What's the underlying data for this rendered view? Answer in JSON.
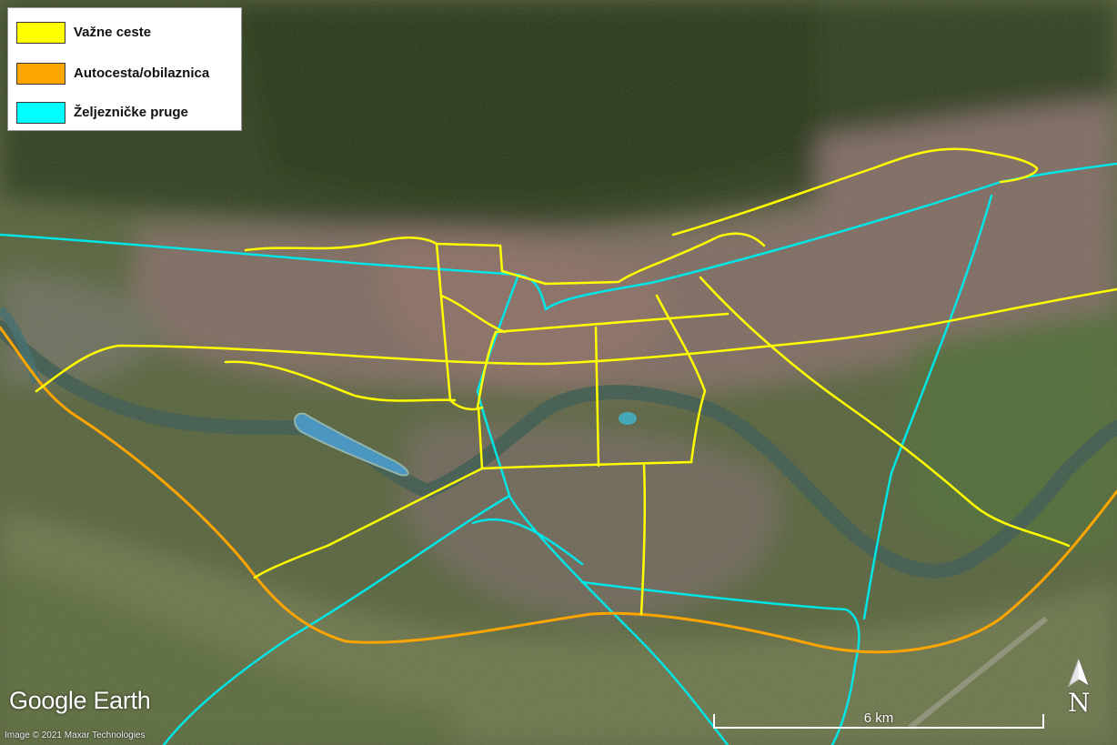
{
  "legend": {
    "items": [
      {
        "label": "Važne ceste",
        "color": "#ffff00"
      },
      {
        "label": "Autocesta/obilaznica",
        "color": "#ffa500"
      },
      {
        "label": "Željezničke pruge",
        "color": "#00ffff"
      }
    ]
  },
  "branding": {
    "logo": "Google Earth",
    "credit": "Image © 2021 Maxar Technologies"
  },
  "scale_bar": {
    "label": "6 km",
    "distance_km": 6
  },
  "north_arrow": {
    "letter": "N",
    "icon": "north-arrow-icon"
  },
  "colors": {
    "roads": "#ffff00",
    "motorway": "#ffa500",
    "railway": "#00e5e5",
    "river": "#3d5a4c",
    "lake": "#3f93c2",
    "urban": "#7d6a5e",
    "hills": "#2f3e1f",
    "fields": "#5f6e3e"
  }
}
